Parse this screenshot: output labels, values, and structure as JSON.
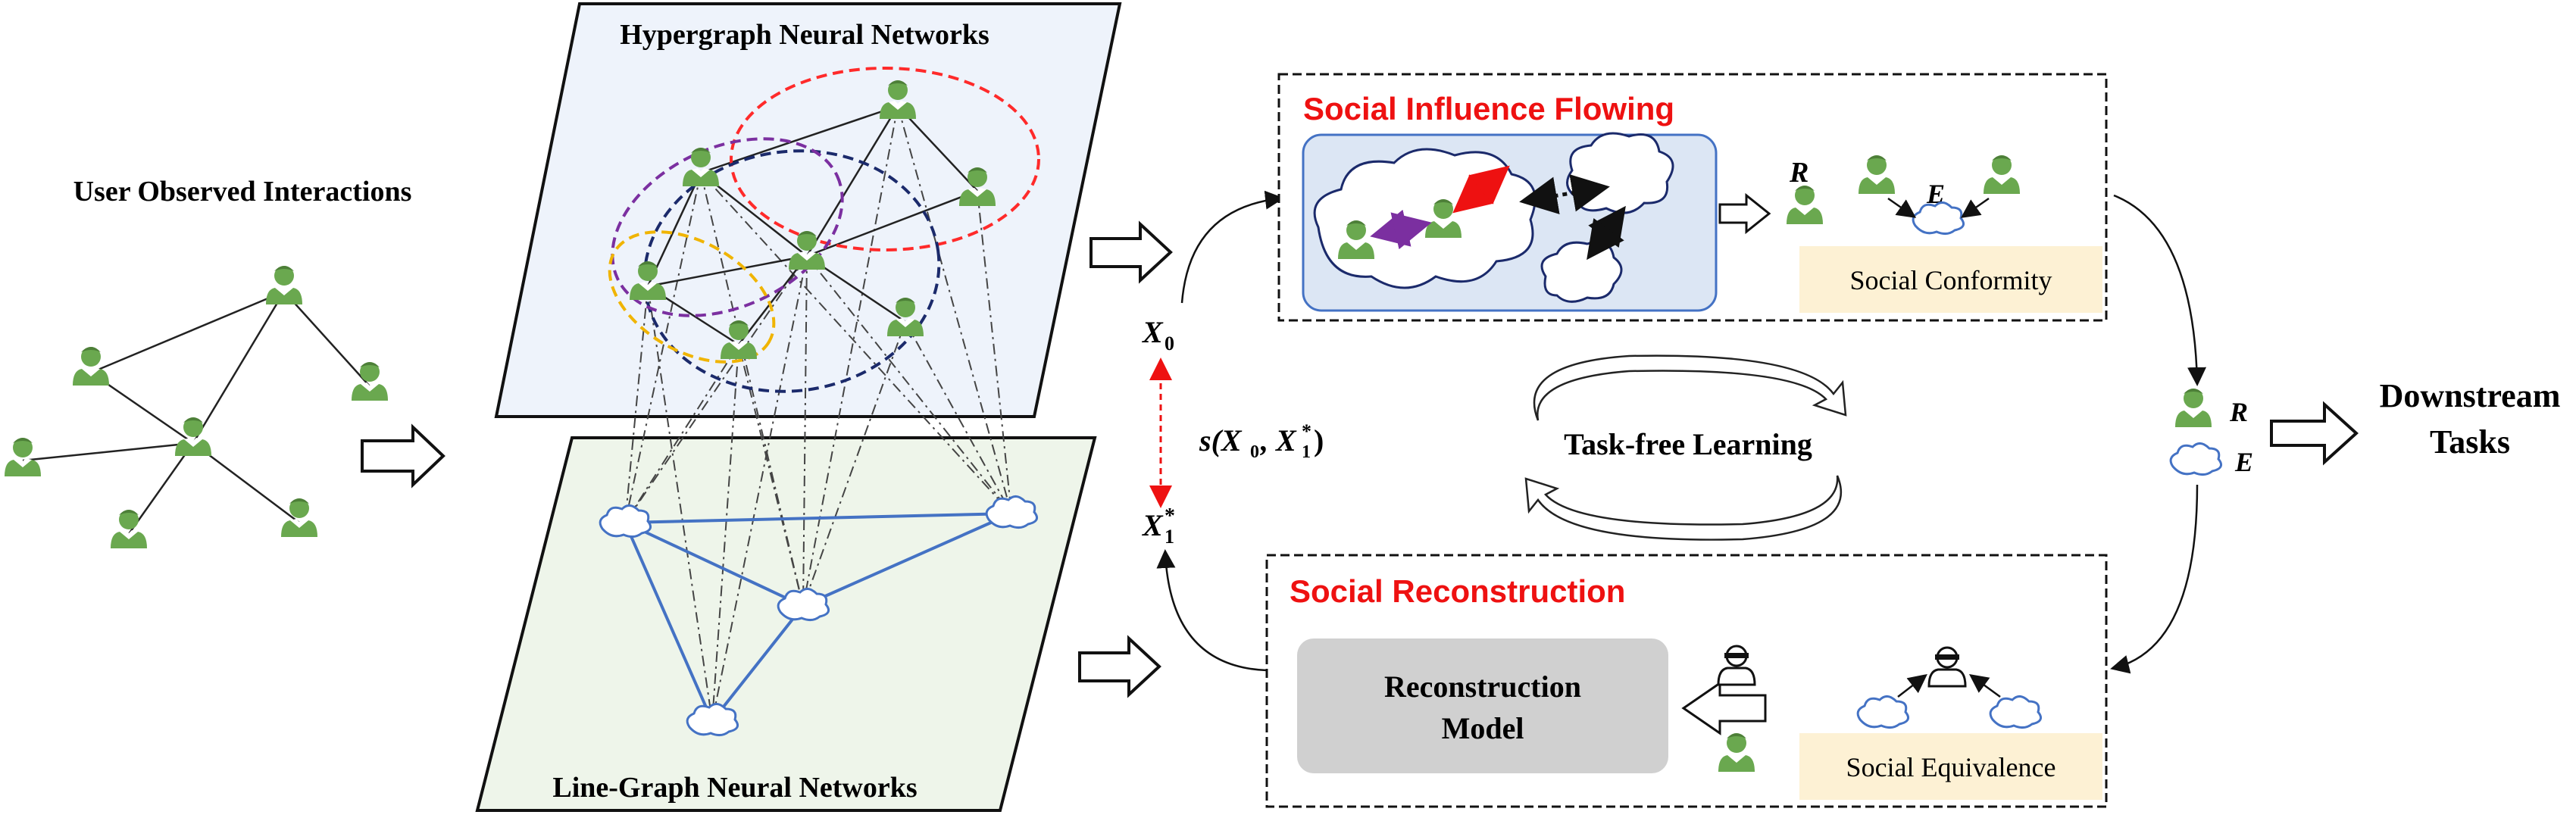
{
  "diagram": {
    "user_observed_title": "User Observed Interactions",
    "hypergraph_title": "Hypergraph Neural Networks",
    "linegraph_title": "Line-Graph Neural Networks",
    "x0_label": "X",
    "x0_sub": "0",
    "x1_label": "X",
    "x1_sub": "1",
    "x1_sup": "*",
    "similarity_label": "s(X",
    "similarity_mid": ", X",
    "similarity_end": ")",
    "social_influence_title": "Social Influence Flowing",
    "social_conformity_label": "Social Conformity",
    "r_label": "R",
    "e_label": "E",
    "task_free_label": "Task-free Learning",
    "social_reconstruction_title": "Social Reconstruction",
    "reconstruction_model_line1": "Reconstruction",
    "reconstruction_model_line2": "Model",
    "social_equivalence_label": "Social Equivalence",
    "downstream_line1": "Downstream",
    "downstream_line2": "Tasks"
  },
  "colors": {
    "user_green": "#6aa84f",
    "hyper_red": "#ff2a2a",
    "hyper_navy": "#1b2a6b",
    "hyper_purple": "#7b2fa0",
    "hyper_yellow": "#f0b400",
    "line_blue": "#4472c4",
    "title_red": "#ee1111",
    "hyper_plane_fill": "#eef3fb",
    "line_plane_fill": "#eef5ea",
    "influence_box_fill": "#dce6f4",
    "label_box_fill": "#fdf1d4",
    "model_fill": "#d0d0d0"
  }
}
